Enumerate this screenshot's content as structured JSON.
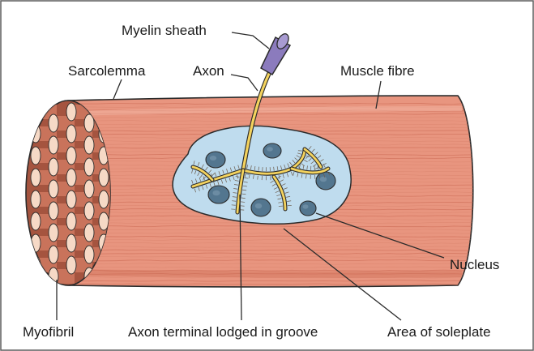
{
  "labels": {
    "myelin_sheath": "Myelin sheath",
    "sarcolemma": "Sarcolemma",
    "axon": "Axon",
    "muscle_fibre": "Muscle fibre",
    "nucleus": "Nucleus",
    "myofibril": "Myofibril",
    "axon_terminal": "Axon terminal lodged in groove",
    "soleplate": "Area of soleplate"
  },
  "colors": {
    "muscle": "#e8957f",
    "muscle_dark": "#c96650",
    "muscle_shadow": "#d27a63",
    "end_face": "#a5543f",
    "myofibril_end": "#f6d9c6",
    "soleplate": "#bfdcee",
    "nucleus": "#53768f",
    "axon": "#f4d35e",
    "myelin": "#8b7bbd",
    "outline": "#2b2b2b",
    "frame": "#5c5c5c"
  }
}
